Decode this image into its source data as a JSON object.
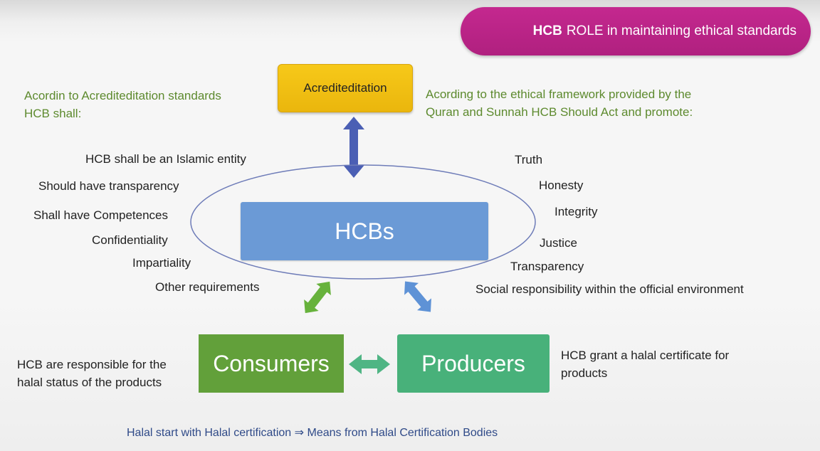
{
  "title": {
    "bold": "HCB",
    "rest": "ROLE in maintaining ethical standards"
  },
  "accreditation": {
    "box_label": "Acrediteditation",
    "left_note_line1": "Acordin to Acrediteditation standards",
    "left_note_line2": "HCB shall:",
    "right_note_line1": "Acording to the ethical framework provided by the",
    "right_note_line2": "Quran and Sunnah HCB Should Act and promote:"
  },
  "center": {
    "label": "HCBs"
  },
  "requirements": [
    "HCB shall be an Islamic entity",
    "Should have transparency",
    "Shall have Competences",
    "Confidentiality",
    "Impartiality",
    "Other requirements"
  ],
  "values": [
    "Truth",
    "Honesty",
    "Integrity",
    "Justice",
    "Transparency",
    "Social responsibility within the official environment"
  ],
  "consumers": {
    "label": "Consumers",
    "note_line1": "HCB are responsible for the",
    "note_line2": "halal status of the products"
  },
  "producers": {
    "label": "Producers",
    "note_line1": "HCB grant a halal certificate for",
    "note_line2": "products"
  },
  "footer": "Halal start with Halal certification ⇒ Means from Halal Certification Bodies",
  "colors": {
    "title_pill": "#b5228a",
    "accreditation": "#f2c014",
    "hcbs": "#6b9ad6",
    "consumers": "#62a03a",
    "producers": "#48b17a",
    "note_green": "#5d8a2e",
    "footer_blue": "#2f4a88"
  }
}
